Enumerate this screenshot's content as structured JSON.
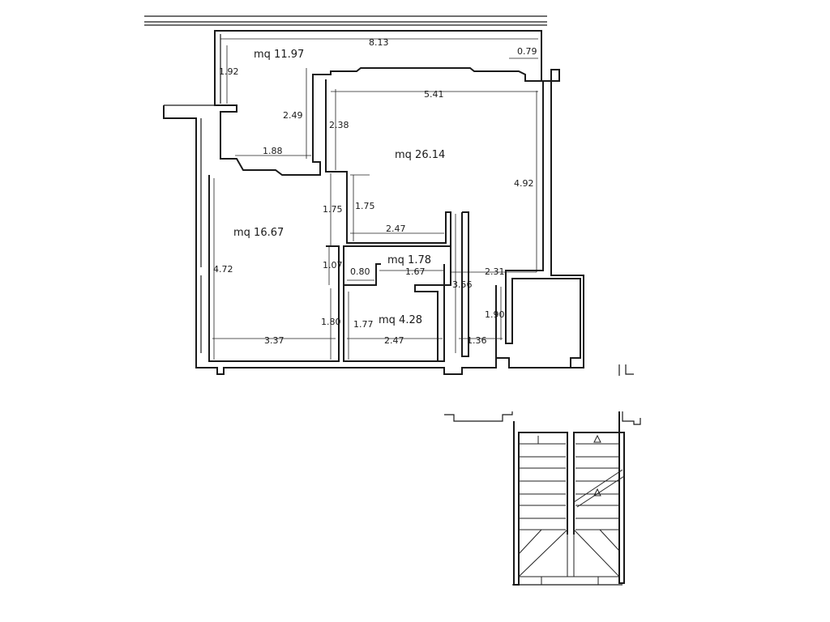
{
  "rooms": {
    "r1": "mq  11.97",
    "r2": "mq  26.14",
    "r3": "mq  16.67",
    "r4": "mq  1.78",
    "r5": "mq  4.28"
  },
  "dims": {
    "d_8_13": "8.13",
    "d_0_79": "0.79",
    "d_1_92": "1.92",
    "d_5_41": "5.41",
    "d_2_49": "2.49",
    "d_2_38": "2.38",
    "d_1_88": "1.88",
    "d_4_92": "4.92",
    "d_1_75a": "1.75",
    "d_1_75b": "1.75",
    "d_2_47a": "2.47",
    "d_4_72": "4.72",
    "d_1_07": "1.07",
    "d_0_80": "0.80",
    "d_1_67": "1.67",
    "d_2_31": "2.31",
    "d_3_56": "3.56",
    "d_1_90": "1.90",
    "d_1_80": "1.80",
    "d_1_77": "1.77",
    "d_3_37": "3.37",
    "d_2_47b": "2.47",
    "d_1_36": "1.36"
  }
}
